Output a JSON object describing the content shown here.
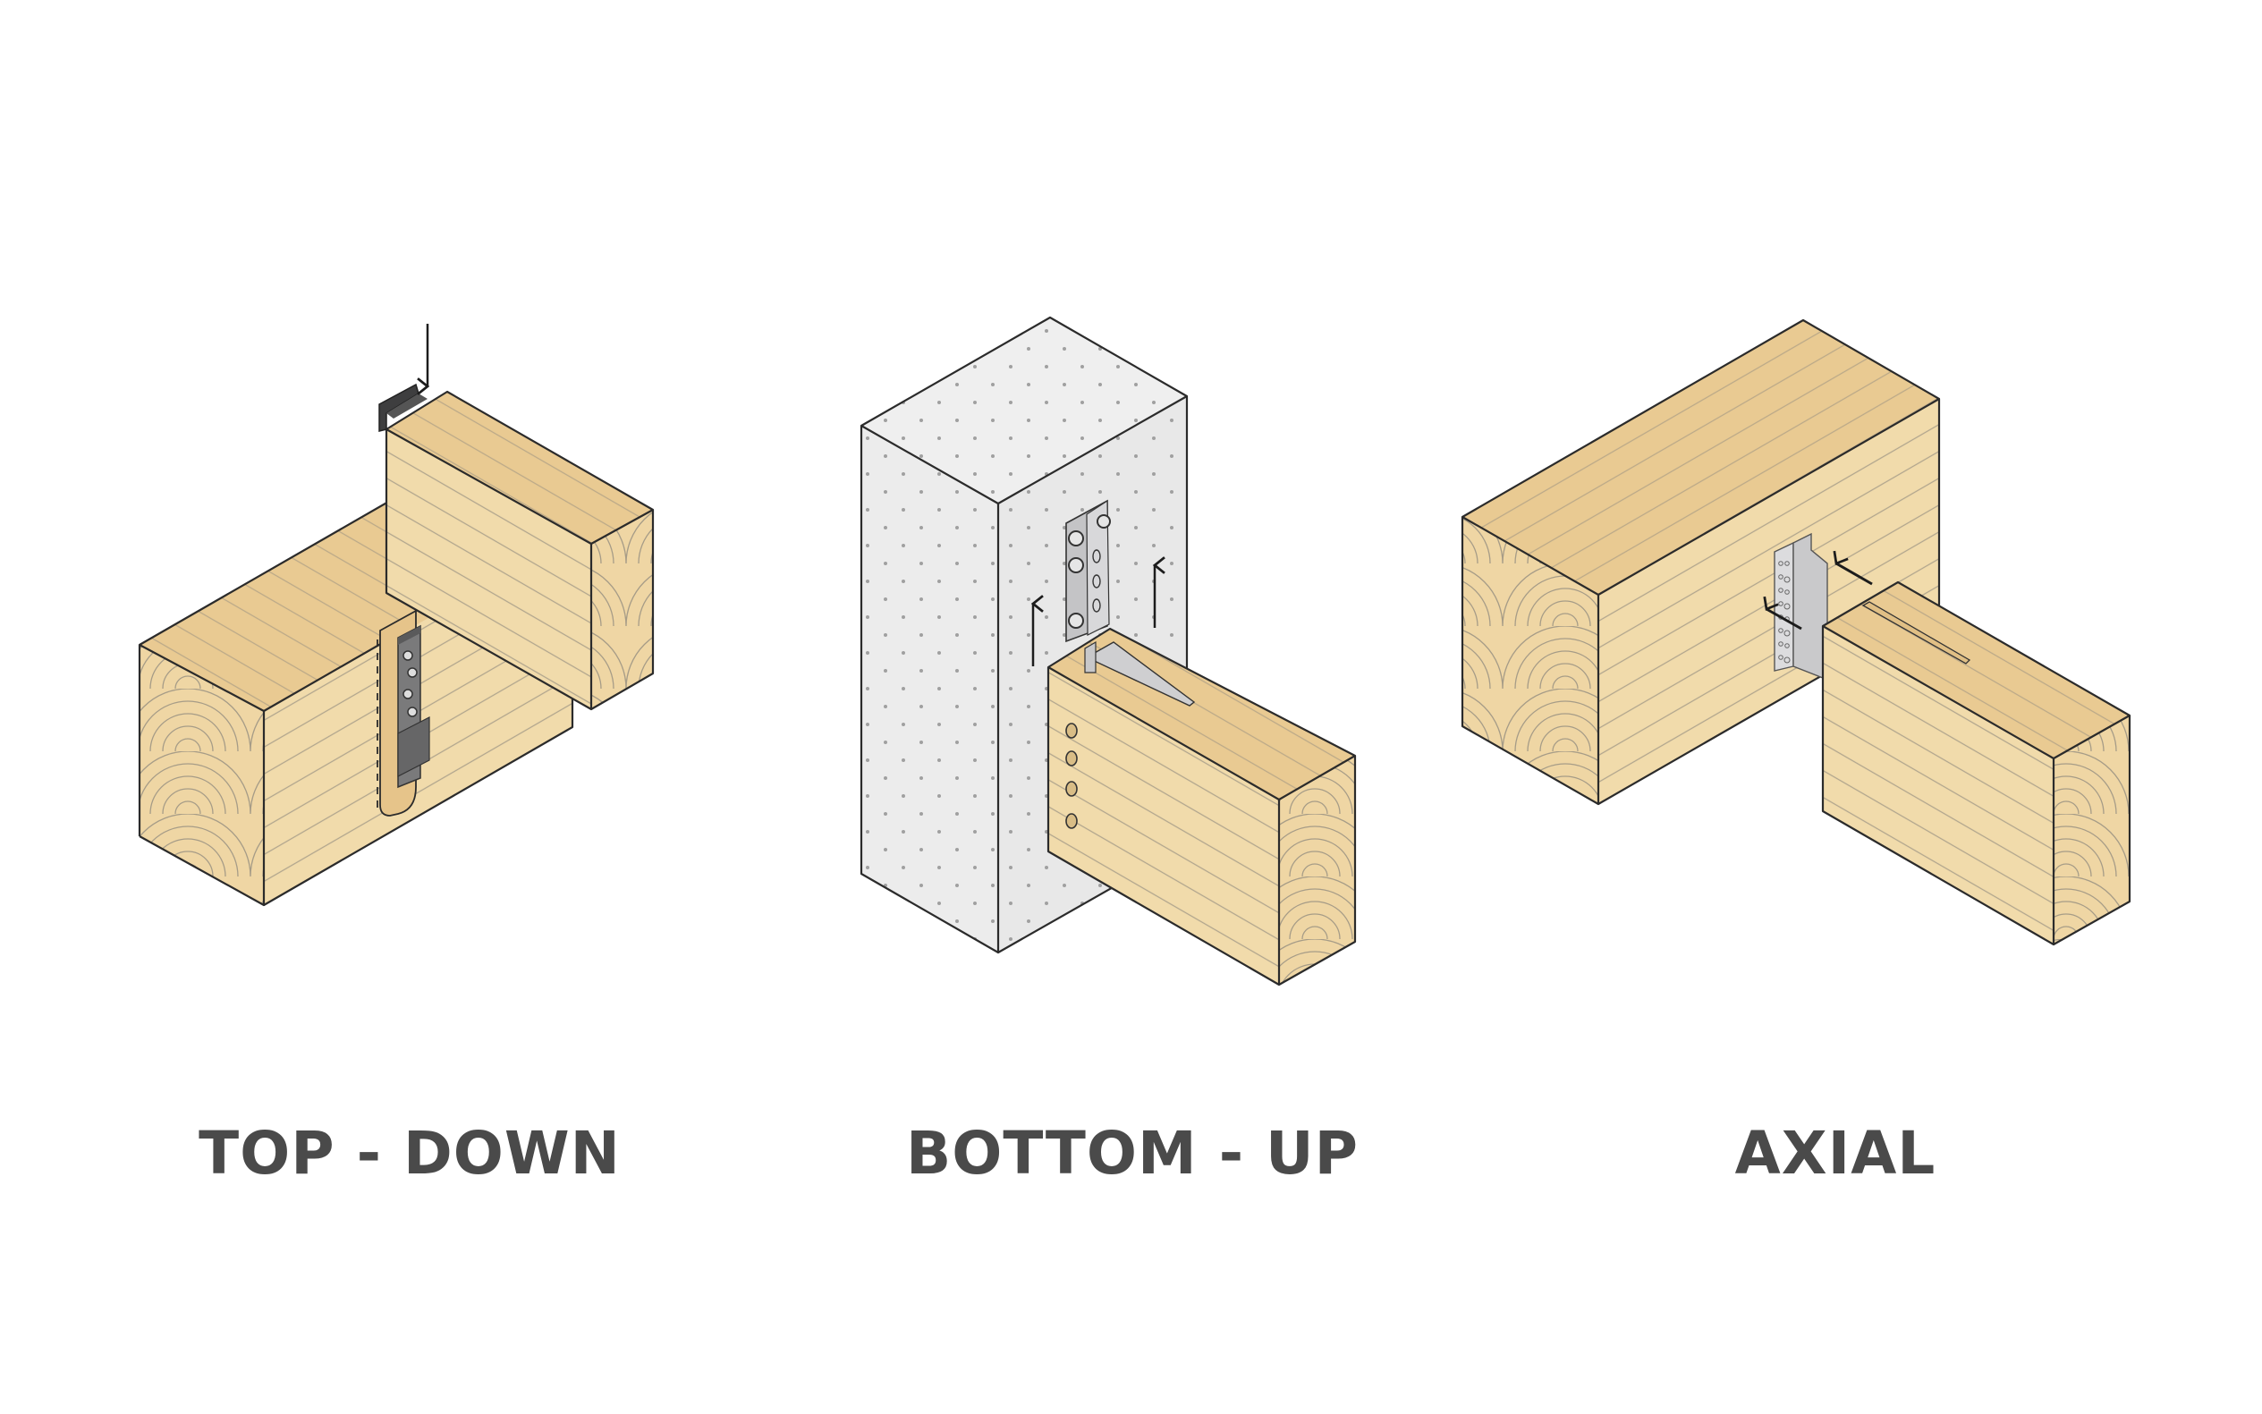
{
  "figure": {
    "panels": [
      {
        "id": "top-down",
        "label": "TOP - DOWN",
        "arrows": 1,
        "material": "timber-to-timber",
        "connector": "dark concealed beam hanger"
      },
      {
        "id": "bottom-up",
        "label": "BOTTOM - UP",
        "arrows": 2,
        "material": "timber-to-concrete",
        "connector": "bolted steel bracket"
      },
      {
        "id": "axial",
        "label": "AXIAL",
        "arrows": 2,
        "material": "timber-to-timber",
        "connector": "perforated aluminium bracket"
      }
    ]
  },
  "colors": {
    "background": "#ffffff",
    "wood_side": "#f1dbab",
    "wood_top": "#e9ca92",
    "wood_end": "#efd6a4",
    "concrete": "#ededed",
    "concrete_dots": "#9a9a9a",
    "steel_dark": "#6e6e6e",
    "steel_light": "#c9c9cb",
    "label_text": "#4a4a4a",
    "outline": "#2b2b2b"
  }
}
